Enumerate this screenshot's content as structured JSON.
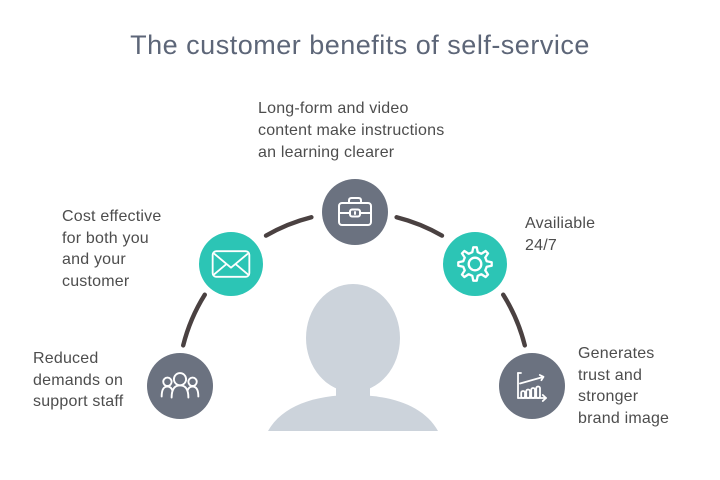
{
  "title": "The customer benefits of self-service",
  "benefits": [
    {
      "name": "long-form-content",
      "label": "Long-form and video\ncontent make instructions\nan learning clearer",
      "icon": "briefcase-icon",
      "circle_color": "#6b7280"
    },
    {
      "name": "cost-effective",
      "label": "Cost effective\nfor both you\nand your\ncustomer",
      "icon": "envelope-icon",
      "circle_color": "#2cc5b5"
    },
    {
      "name": "available-24-7",
      "label": "Availiable\n24/7",
      "icon": "gear-icon",
      "circle_color": "#2cc5b5"
    },
    {
      "name": "reduced-demands",
      "label": "Reduced\ndemands on\nsupport staff",
      "icon": "people-icon",
      "circle_color": "#6b7280"
    },
    {
      "name": "brand-trust",
      "label": "Generates\ntrust and\nstronger\nbrand image",
      "icon": "chart-icon",
      "circle_color": "#6b7280"
    }
  ],
  "colors": {
    "teal_circle": "#2cc5b5",
    "slate_circle": "#6b7280",
    "connector": "#4a4141",
    "silhouette": "#ccd3db",
    "title_text": "#5d6678",
    "label_text": "#4d4d4d",
    "icon_stroke": "#ffffff",
    "background": "#ffffff"
  }
}
